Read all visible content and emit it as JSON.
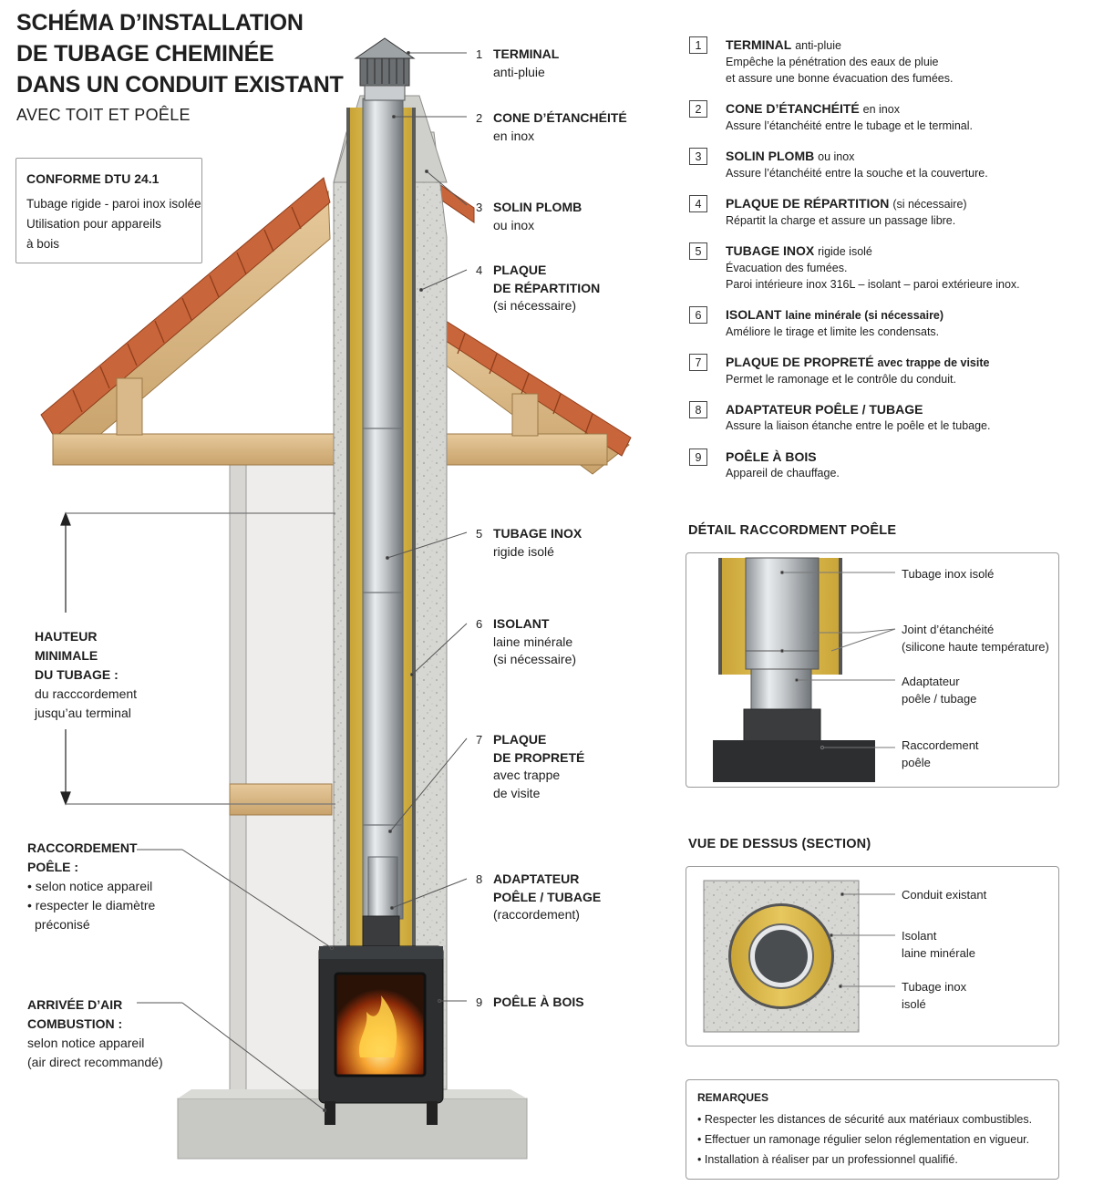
{
  "title": {
    "line1": "SCHÉMA D’INSTALLATION",
    "line2": "DE TUBAGE CHEMINÉE",
    "line3": "DANS UN CONDUIT EXISTANT",
    "subtitle": "AVEC TOIT ET POÊLE"
  },
  "dtu_box": {
    "heading": "CONFORME DTU 24.1",
    "lines": [
      "Tubage rigide - paroi inox isolée",
      "Utilisation pour appareils",
      "à bois"
    ]
  },
  "callouts": [
    {
      "n": "1",
      "bold": "TERMINAL",
      "rest": [
        "anti-pluie"
      ]
    },
    {
      "n": "2",
      "bold": "CONE D’ÉTANCHÉITÉ",
      "rest": [
        "en inox"
      ]
    },
    {
      "n": "3",
      "bold": "SOLIN PLOMB",
      "rest": [
        "ou inox"
      ]
    },
    {
      "n": "4",
      "bold": "PLAQUE",
      "bold2": "DE RÉPARTITION",
      "rest": [
        "(si nécessaire)"
      ]
    },
    {
      "n": "5",
      "bold": "TUBAGE INOX",
      "rest": [
        "rigide isolé"
      ]
    },
    {
      "n": "6",
      "bold": "ISOLANT",
      "rest": [
        "laine minérale",
        "(si nécessaire)"
      ]
    },
    {
      "n": "7",
      "bold": "PLAQUE",
      "bold2": "DE PROPRETÉ",
      "rest": [
        "avec trappe",
        "de visite"
      ]
    },
    {
      "n": "8",
      "bold": "ADAPTATEUR",
      "bold2": "POÊLE / TUBAGE",
      "rest": [
        "(raccordement)"
      ]
    },
    {
      "n": "9",
      "bold": "POÊLE À BOIS",
      "rest": []
    }
  ],
  "left_notes": {
    "hauteur": {
      "b1": "HAUTEUR",
      "b2": "MINIMALE",
      "b3": "DU TUBAGE :",
      "l1": "du racccordement",
      "l2": "jusqu’au terminal"
    },
    "raccordement": {
      "b1": "RACCORDEMENT",
      "b2": "POÊLE :",
      "l1": "• selon notice appareil",
      "l2": "• respecter le diamètre",
      "l3": "préconisé"
    },
    "air": {
      "b1": "ARRIVÉE D’AIR",
      "b2": "COMBUSTION :",
      "l1": "selon notice appareil",
      "l2": "(air direct recommandé)"
    }
  },
  "legend": [
    {
      "n": "1",
      "title": "TERMINAL",
      "suffix": "anti-pluie",
      "desc": [
        "Empêche la pénétration des eaux de pluie",
        "et assure une bonne évacuation des fumées."
      ]
    },
    {
      "n": "2",
      "title": "CONE D’ÉTANCHÉITÉ",
      "suffix": "en inox",
      "desc": [
        "Assure l’étanchéité entre le tubage et le terminal."
      ]
    },
    {
      "n": "3",
      "title": "SOLIN PLOMB",
      "suffix": "ou inox",
      "desc": [
        "Assure l’étanchéité entre la souche et la couverture."
      ]
    },
    {
      "n": "4",
      "title": "PLAQUE DE RÉPARTITION",
      "suffix": "(si nécessaire)",
      "desc": [
        "Répartit la charge et assure un passage libre."
      ]
    },
    {
      "n": "5",
      "title": "TUBAGE INOX",
      "suffix": "rigide isolé",
      "desc": [
        "Évacuation des fumées.",
        "Paroi intérieure inox 316L – isolant – paroi extérieure inox."
      ]
    },
    {
      "n": "6",
      "title": "ISOLANT",
      "suffix": "laine minérale (si nécessaire)",
      "desc": [
        "Améliore le tirage et limite les condensats."
      ]
    },
    {
      "n": "7",
      "title": "PLAQUE DE PROPRETÉ",
      "suffix": "avec trappe de visite",
      "desc": [
        "Permet le ramonage et le contrôle du conduit."
      ]
    },
    {
      "n": "8",
      "title": "ADAPTATEUR POÊLE / TUBAGE",
      "suffix": "",
      "desc": [
        "Assure la liaison étanche entre le poêle et le tubage."
      ]
    },
    {
      "n": "9",
      "title": "POÊLE À BOIS",
      "suffix": "",
      "desc": [
        "Appareil de chauffage."
      ]
    }
  ],
  "detail": {
    "heading": "DÉTAIL RACCORDMENT POÊLE",
    "labels": [
      [
        "Tubage inox isolé"
      ],
      [
        "Joint d’étanchéité",
        "(silicone haute température)"
      ],
      [
        "Adaptateur",
        "poêle / tubage"
      ],
      [
        "Raccordement",
        "poêle"
      ]
    ]
  },
  "section": {
    "heading": "VUE DE DESSUS (SECTION)",
    "labels": [
      [
        "Conduit existant"
      ],
      [
        "Isolant",
        "laine minérale"
      ],
      [
        "Tubage inox",
        "isolé"
      ]
    ]
  },
  "remarks": {
    "heading": "REMARQUES",
    "items": [
      "• Respecter les distances de sécurité aux matériaux combustibles.",
      "• Effectuer un ramonage régulier selon réglementation en vigueur.",
      "• Installation à réaliser par un professionnel qualifié."
    ]
  },
  "colors": {
    "tile": "#c8643a",
    "timber": "#d9b98a",
    "concrete": "#d2d2cf",
    "insulation": "#d8b64a",
    "steel": "#b9bdc0",
    "stove": "#2b2d2f",
    "fire": "#f08a1c"
  }
}
